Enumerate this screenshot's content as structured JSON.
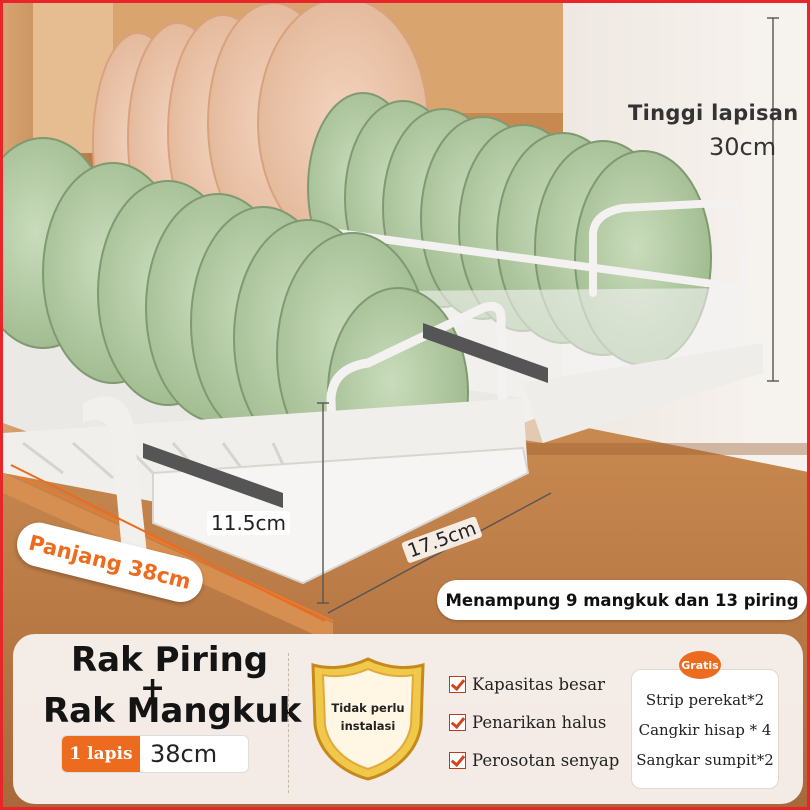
{
  "dimensions": {
    "height_label": "Tinggi lapisan",
    "height_value": "30cm",
    "depth_value": "11.5cm",
    "width_value": "17.5cm",
    "length_label": "Panjang 38cm"
  },
  "capacity": "Menampung 9 mangkuk dan 13 piring",
  "product": {
    "title_line1": "Rak Piring",
    "plus": "+",
    "title_line2": "Rak Mangkuk",
    "tier": "1 lapis",
    "length": "38cm"
  },
  "badge": {
    "text": "Tidak perlu instalasi"
  },
  "features": [
    "Kapasitas besar",
    "Penarikan halus",
    "Perosotan senyap"
  ],
  "gifts": {
    "badge": "Gratis",
    "items": [
      "Strip perekat*2",
      "Cangkir hisap * 4",
      "Sangkar sumpit*2"
    ]
  },
  "colors": {
    "accent": "#ec6b1e",
    "frame": "#e8262a",
    "panel": "#f6f0eb"
  }
}
